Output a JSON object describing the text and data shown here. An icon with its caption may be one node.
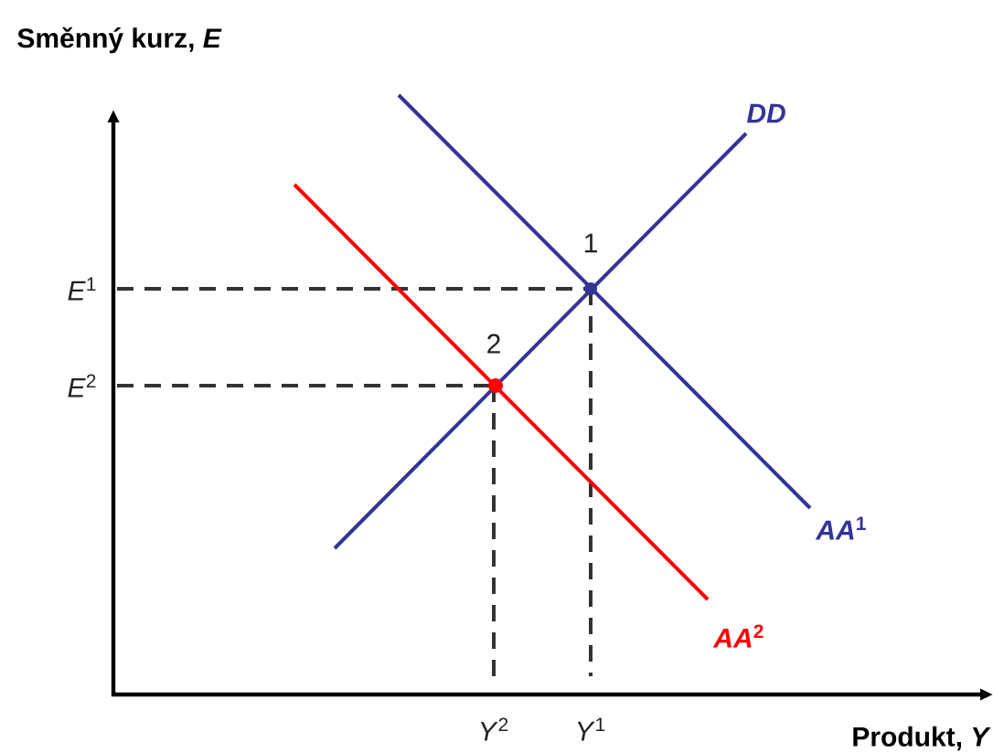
{
  "diagram": {
    "labels": [
      "Směnný kurz, *E*",
      "*DD*",
      "1",
      "*E*$^{1}$",
      "2",
      "*E*$^{2}$",
      "*AA*$^{1}$",
      "*AA*$^{2}$",
      "*Y*$^{2}$",
      "*Y*$^{1}$",
      "Produkt, *Y*"
    ]
  }
}
